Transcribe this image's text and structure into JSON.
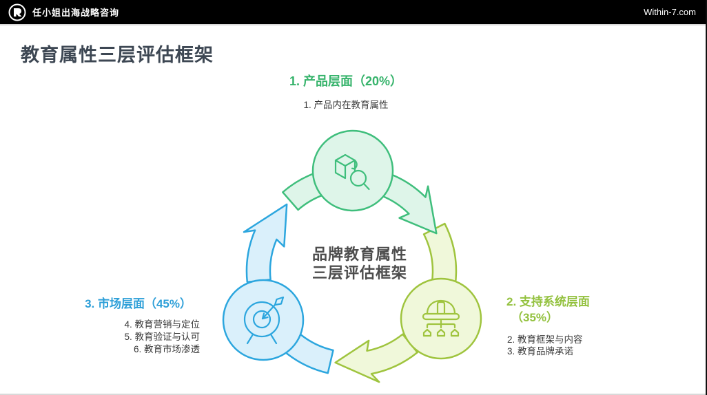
{
  "header": {
    "brand": "任小姐出海战略咨询",
    "site": "Within-7.com"
  },
  "page_title": "教育属性三层评估框架",
  "center": {
    "line1": "品牌教育属性",
    "line2": "三层评估框架"
  },
  "layers": {
    "product": {
      "heading": "1. 产品层面（20%）",
      "items": [
        "1. 产品内在教育属性"
      ]
    },
    "support": {
      "heading_line1": "2. 支持系统层面",
      "heading_line2": "（35%）",
      "items": [
        "2. 教育框架与内容",
        "3. 教育品牌承诺"
      ]
    },
    "market": {
      "heading": "3. 市场层面（45%）",
      "items": [
        "4. 教育营销与定位",
        "5. 教育验证与认可",
        "6. 教育市场渗透"
      ]
    }
  },
  "icons": {
    "product": "cube-search-icon",
    "support": "hardhat-hierarchy-icon",
    "market": "target-dart-icon"
  },
  "colors": {
    "green_stroke": "#3fbe7c",
    "green_fill": "#def5e9",
    "green_text": "#36b36b",
    "yellowgreen_stroke": "#9fc43e",
    "yellowgreen_fill": "#f0f8da",
    "yellowgreen_text": "#93c13e",
    "blue_stroke": "#2ca6de",
    "blue_fill": "#daf0fb",
    "blue_text": "#2d9fd8",
    "header_bg": "#000000",
    "title_color": "#3d4753"
  }
}
